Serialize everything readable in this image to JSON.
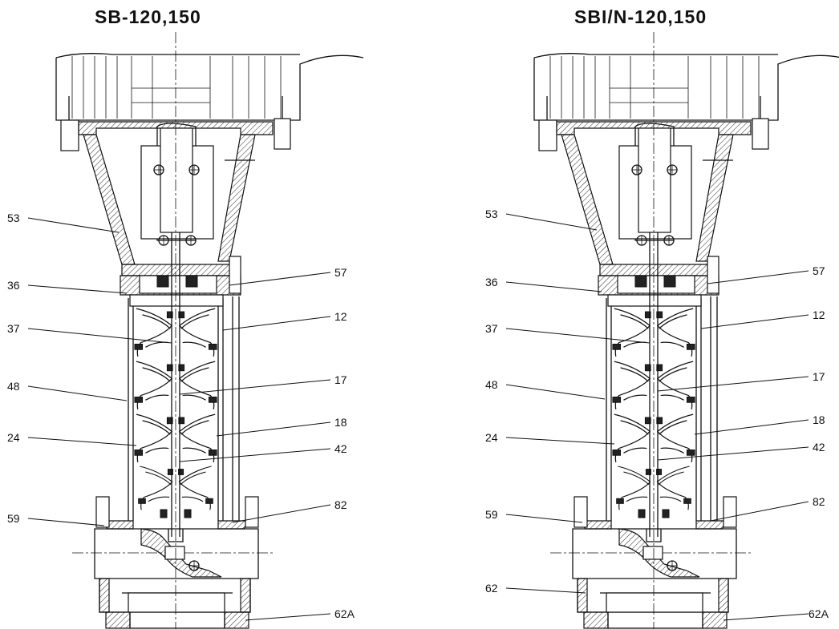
{
  "titles": {
    "left": "SB-120,150",
    "right": "SBI/N-120,150"
  },
  "left_drawing": {
    "labels_left": [
      "53",
      "36",
      "37",
      "48",
      "24",
      "59"
    ],
    "labels_right": [
      "57",
      "12",
      "17",
      "18",
      "42",
      "82",
      "62A"
    ]
  },
  "right_drawing": {
    "labels_left": [
      "53",
      "36",
      "37",
      "48",
      "24",
      "59",
      "62"
    ],
    "labels_right": [
      "57",
      "12",
      "17",
      "18",
      "42",
      "82",
      "62A"
    ]
  }
}
